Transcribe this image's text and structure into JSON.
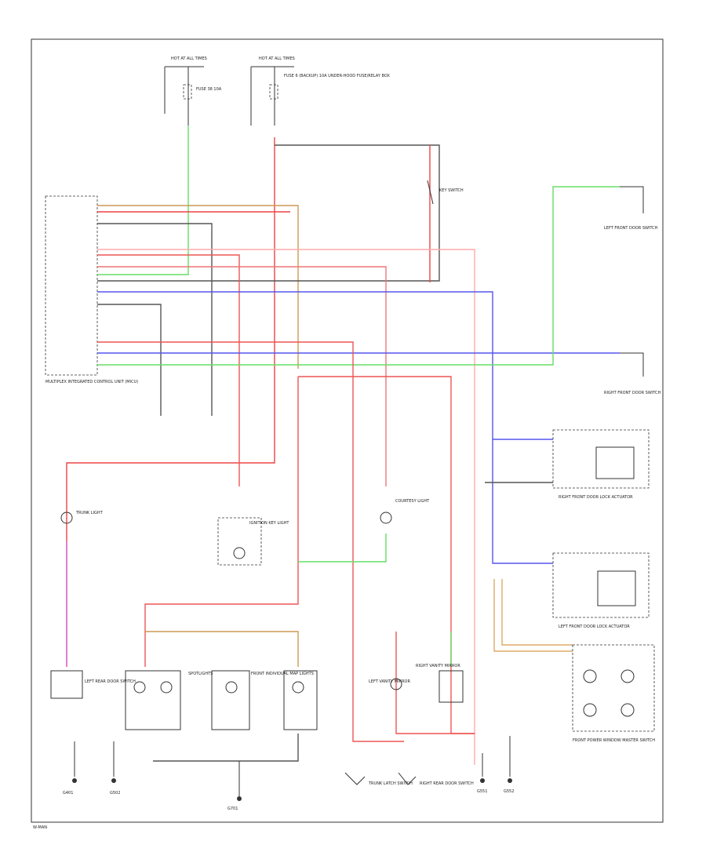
{
  "diagram": {
    "code": "W-MAN",
    "labels": {
      "hot_at_all_times_left": "HOT AT ALL TIMES",
      "hot_at_all_times_right": "HOT AT ALL TIMES",
      "fuse_box_note": "FUSE 6 (BACKUP) 10A UNDER-HOOD FUSE/RELAY BOX",
      "fuse_left": "FUSE 38 10A",
      "module_name": "MULTIPLEX INTEGRATED CONTROL UNIT (MICU)",
      "left_front_door_switch": "LEFT FRONT DOOR SWITCH",
      "right_front_door_switch": "RIGHT FRONT DOOR SWITCH",
      "key_switch": "KEY SWITCH",
      "front_power_window_master_switch": "FRONT POWER WINDOW MASTER SWITCH",
      "left_front_door_lock_actuator": "LEFT FRONT DOOR LOCK ACTUATOR",
      "right_front_door_lock_actuator": "RIGHT FRONT DOOR LOCK ACTUATOR",
      "trunk_light": "TRUNK LIGHT",
      "courtesy_light": "COURTESY LIGHT",
      "ignition_key_light": "IGNITION KEY LIGHT",
      "spotlights": "SPOTLIGHTS",
      "front_individual_map_lights": "FRONT INDIVIDUAL MAP LIGHTS",
      "left_vanity_mirror": "LEFT VANITY MIRROR",
      "right_vanity_mirror": "RIGHT VANITY MIRROR",
      "left_rear_door_switch": "LEFT REAR DOOR SWITCH",
      "right_rear_door_switch": "RIGHT REAR DOOR SWITCH",
      "trunk_latch_switch": "TRUNK LATCH SWITCH",
      "ground_g1": "G401",
      "ground_g2": "G502",
      "ground_g3": "G701",
      "ground_g4": "G551",
      "ground_g5": "G552"
    }
  }
}
